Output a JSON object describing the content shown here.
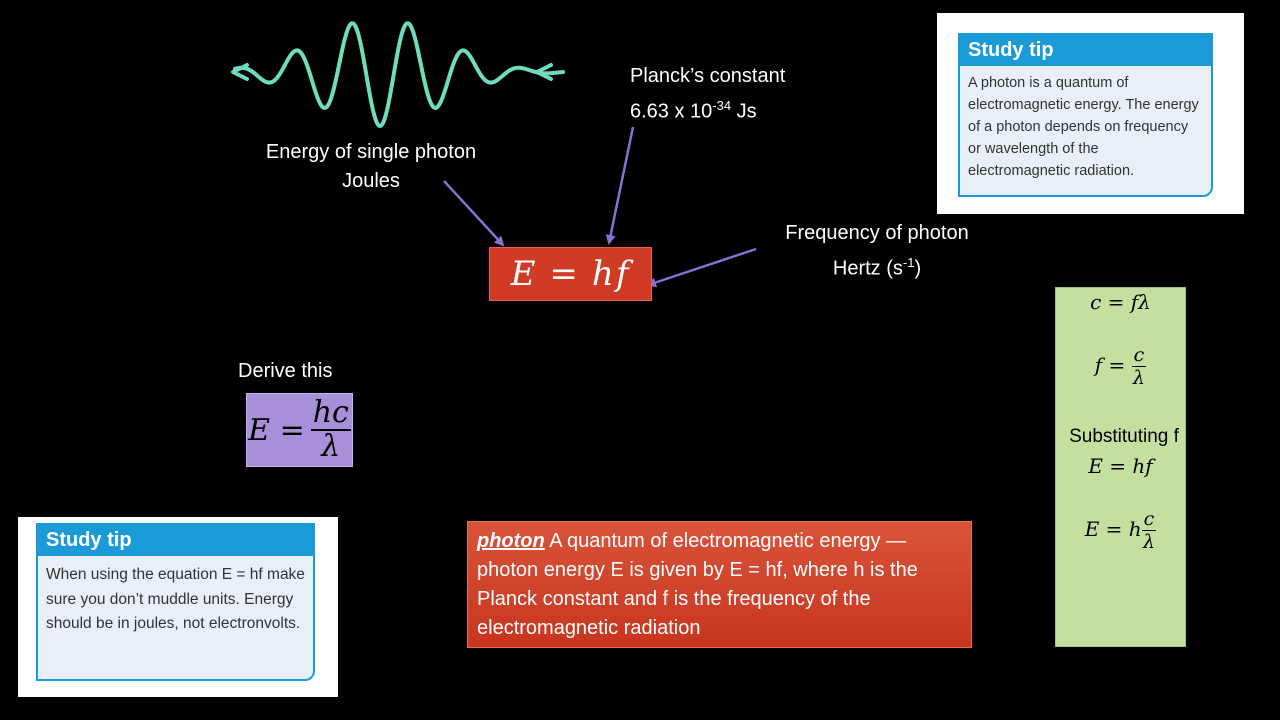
{
  "equation_main": {
    "lhs": "E",
    "eq": "=",
    "rhs": "hf"
  },
  "derived": {
    "label": "Derive this",
    "lhs": "E =",
    "num": "hc",
    "den": "λ"
  },
  "labels": {
    "energy_line1": "Energy of single photon",
    "energy_line2": "Joules",
    "planck_line1": "Planck’s constant",
    "planck_value": "6.63 x 10",
    "planck_exp": "-34",
    "planck_unit": " Js",
    "freq_line1": "Frequency of photon",
    "freq_line2_pre": "Hertz (s",
    "freq_line2_exp": "-1",
    "freq_line2_post": ")"
  },
  "study_tip_top": {
    "title": "Study tip",
    "body": "A photon is a quantum of electromagnetic energy. The energy of a photon depends on frequency or wavelength of the electromagnetic radiation."
  },
  "study_tip_bottom": {
    "title": "Study tip",
    "body": "When using the equation E = hf make sure you don’t muddle units. Energy should be in joules, not electronvolts."
  },
  "definition": {
    "term": "photon",
    "text": " A quantum of electromagnetic energy — photon energy E is given by E = hf, where h is the Planck constant and f is the frequency of the electromagnetic radiation"
  },
  "green_box": {
    "eq1": "c = fλ",
    "eq2_lhs": "f =",
    "eq2_num": "c",
    "eq2_den": "λ",
    "substituting": "Substituting f",
    "eq3": "E = hf",
    "eq4_lhs": "E = h",
    "eq4_num": "c",
    "eq4_den": "λ"
  },
  "colors": {
    "wave": "#6fdcc0",
    "arrow": "#8a6fd0",
    "main_box": "#cf3b25",
    "derived_box": "#a78fd9",
    "green_box": "#c5dfa0",
    "tip_blue": "#1a9ad7"
  }
}
